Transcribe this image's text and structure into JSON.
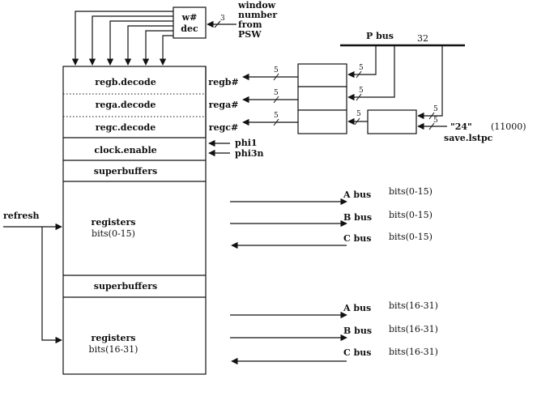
{
  "decoder": {
    "line1": "w#",
    "line2": "dec",
    "input_width": "3",
    "source_line1": "window",
    "source_line2": "number",
    "source_line3": "from",
    "source_line4": "PSW"
  },
  "pbus": {
    "label": "P bus",
    "width": "32"
  },
  "rows": {
    "regb": {
      "label": "regb.decode",
      "reg": "regb#"
    },
    "rega": {
      "label": "rega.decode",
      "reg": "rega#"
    },
    "regc": {
      "label": "regc.decode",
      "reg": "regc#"
    },
    "clock": "clock.enable",
    "superbuffers_top": "superbuffers",
    "superbuffers_bottom": "superbuffers"
  },
  "clock_inputs": {
    "phi1": "phi1",
    "phi3n": "phi3n"
  },
  "bus_width": "5",
  "constant": {
    "value": "\"24\"",
    "binary": "(11000)",
    "save": "save.lstpc"
  },
  "refresh": "refresh",
  "registers_low": {
    "title": "registers",
    "bits": "bits(0-15)"
  },
  "registers_high": {
    "title": "registers",
    "bits": "bits(16-31)"
  },
  "buses_low": [
    {
      "name": "A bus",
      "bits": "bits(0-15)"
    },
    {
      "name": "B bus",
      "bits": "bits(0-15)"
    },
    {
      "name": "C bus",
      "bits": "bits(0-15)"
    }
  ],
  "buses_high": [
    {
      "name": "A bus",
      "bits": "bits(16-31)"
    },
    {
      "name": "B bus",
      "bits": "bits(16-31)"
    },
    {
      "name": "C bus",
      "bits": "bits(16-31)"
    }
  ]
}
